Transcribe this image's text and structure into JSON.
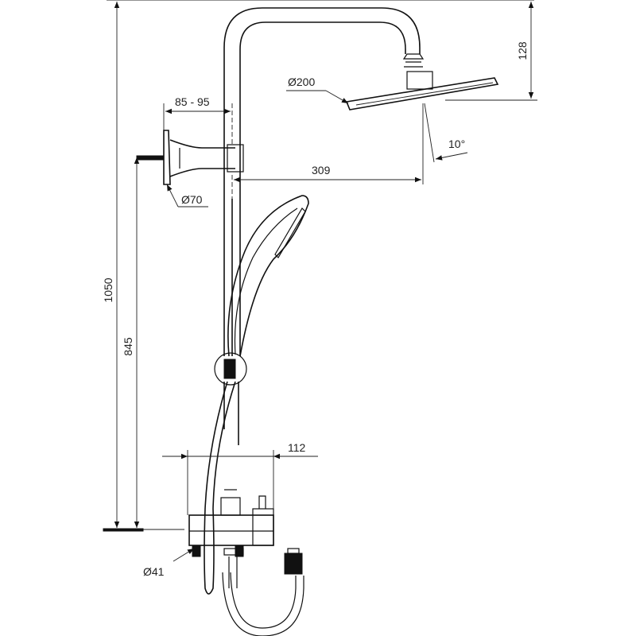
{
  "drawing": {
    "labels": {
      "total_height": "1050",
      "mixer_height": "845",
      "head_drop": "128",
      "head_diameter": "Ø200",
      "wall_bracket_depth": "85 - 95",
      "bracket_diameter": "Ø70",
      "arm_reach": "309",
      "head_tilt": "10°",
      "mixer_width": "112",
      "pipe_diameter": "Ø41"
    }
  }
}
